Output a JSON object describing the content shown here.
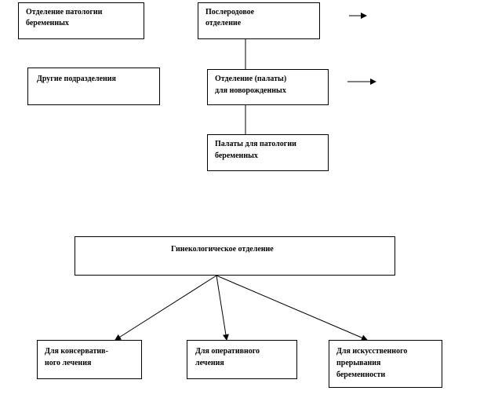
{
  "top_section": {
    "pathology_pregnant_dept": {
      "line1": "Отделение  патологии",
      "line2": "беременных"
    },
    "postpartum_dept": {
      "line1": "Послеродовое",
      "line2": "отделение"
    },
    "other_departments": "Другие подразделения",
    "newborn_dept": {
      "line1": "Отделение  (палаты)",
      "line2": "для  новорожденных"
    },
    "pathology_pregnant_wards": {
      "line1": "Палаты для патологии",
      "line2": "беременных"
    }
  },
  "bottom_section": {
    "gynecology_dept": "Гинекологическое  отделение",
    "conservative_treatment": {
      "line1": "Для консерватив-",
      "line2": "ного лечения"
    },
    "surgical_treatment": {
      "line1": "Для оперативного",
      "line2": "лечения"
    },
    "abortion": {
      "line1": "Для искусственного",
      "line2": "прерывания",
      "line3": "беременности"
    }
  }
}
